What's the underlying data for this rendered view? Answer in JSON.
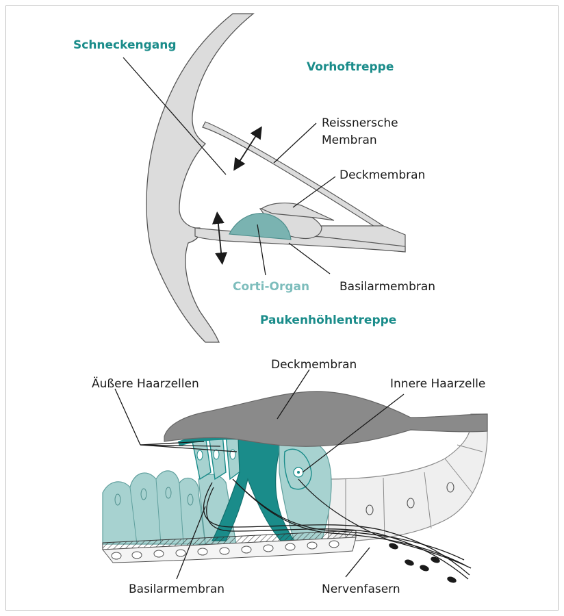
{
  "colors": {
    "tissue": "#dcdcdc",
    "outline": "#555555",
    "teal": "#1a8c8a",
    "teal_light": "#a7d2d0",
    "teal_mid": "#7ab3b1",
    "membrane": "#8a8a8a"
  },
  "cochlea": {
    "labels": {
      "schneckengang": "Schneckengang",
      "vorhoftreppe": "Vorhoftreppe",
      "reissner_line1": "Reissnersche",
      "reissner_line2": "Membran",
      "deckmembran": "Deckmembran",
      "corti": "Corti-Organ",
      "basilar": "Basilarmembran",
      "paukenhoehlen": "Paukenhöhlentreppe"
    }
  },
  "organ": {
    "labels": {
      "deckmembran": "Deckmembran",
      "aeussere": "Äußere Haarzellen",
      "innere": "Innere Haarzelle",
      "basilar": "Basilarmembran",
      "nerven": "Nervenfasern"
    }
  }
}
